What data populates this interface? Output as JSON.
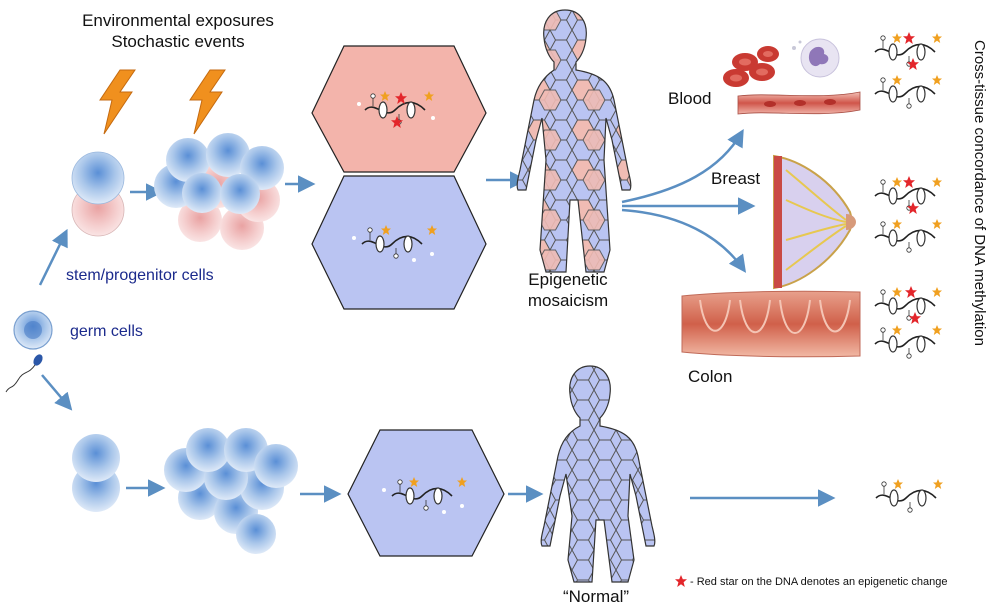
{
  "labels": {
    "env_line1": "Environmental exposures",
    "env_line2": "Stochastic events",
    "stem": "stem/progenitor cells",
    "germ": "germ cells",
    "epi_line1": "Epigenetic",
    "epi_line2": "mosaicism",
    "blood": "Blood",
    "breast": "Breast",
    "colon": "Colon",
    "normal": "“Normal”",
    "side_title": "Cross-tissue concordance of DNA methylation",
    "legend": "- Red star on the DNA denotes an epigenetic change"
  },
  "colors": {
    "arrow": "#5b8fc2",
    "cell_blue": "#a9c6ea",
    "cell_pink": "#f2c9c9",
    "hex_pink": "#f3b4ab",
    "hex_blue": "#bac4f2",
    "red_star": "#e3262b",
    "orange_star": "#f0a020",
    "lightning": "#f0901e"
  }
}
